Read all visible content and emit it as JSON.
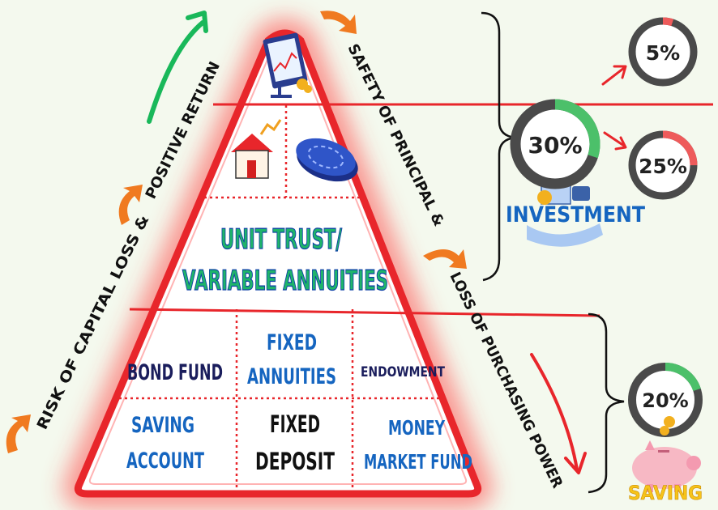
{
  "pyramid": {
    "top_section": {
      "icon": "stock-chart-icon"
    },
    "second_section": {
      "icons": [
        "house-icon",
        "poker-chip-icon"
      ]
    },
    "middle_section": {
      "line1": "UNIT TRUST/",
      "line2": "VARIABLE ANNUITIES"
    },
    "lower_row": [
      {
        "line1": "BOND FUND"
      },
      {
        "line1": "FIXED",
        "line2": "ANNUITIES"
      },
      {
        "line1": "ENDOWMENT"
      }
    ],
    "bottom_row": [
      {
        "line1": "SAVING",
        "line2": "ACCOUNT"
      },
      {
        "line1": "FIXED",
        "line2": "DEPOSIT"
      },
      {
        "line1": "MONEY",
        "line2": "MARKET FUND"
      }
    ]
  },
  "side_labels": {
    "left": "RISK OF CAPITAL LOSS &",
    "left_top": "POSITIVE RETURN",
    "right_top": "SAFETY OF PRINCIPAL &",
    "right": "LOSS OF PURCHASING POWER"
  },
  "investment": {
    "label": "INVESTMENT",
    "main_ring": {
      "text": "30%",
      "value": 30
    },
    "small_rings": [
      {
        "text": "5%",
        "value": 5
      },
      {
        "text": "25%",
        "value": 25
      }
    ]
  },
  "saving": {
    "label": "SAVING",
    "ring": {
      "text": "20%",
      "value": 20
    }
  },
  "colors": {
    "pyramid_red": "#e8262b",
    "glow": "#ff3b3b",
    "unit_trust_fill": "#1fb46a",
    "unit_trust_stroke": "#0d3fa6",
    "blue_text": "#1565c0",
    "navy_text": "#1a1d5c",
    "green_arrow": "#19b85a",
    "ring_green": "#4cc06a",
    "ring_red": "#ee5b5b",
    "ring_dark": "#4a4a4a",
    "saving_yellow": "#f6c31a"
  }
}
